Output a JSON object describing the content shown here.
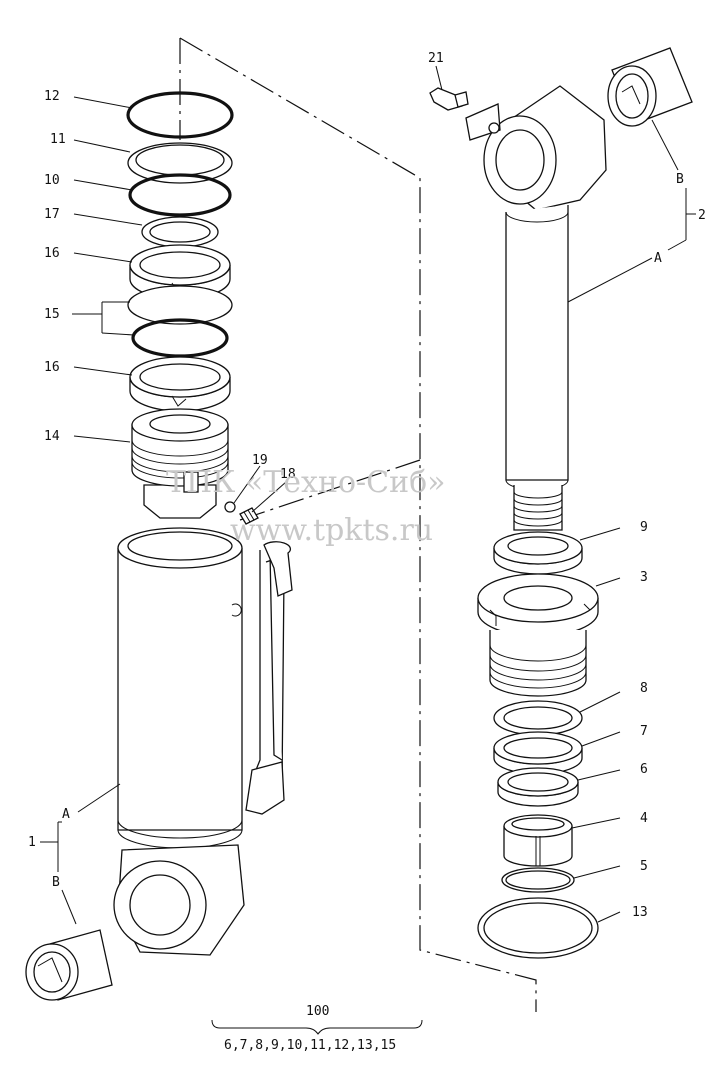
{
  "watermark": {
    "line1": "ТПК «Техно-Сиб»",
    "line2": "www.tpkts.ru"
  },
  "callouts": {
    "c1": "1",
    "c2": "2",
    "c3": "3",
    "c4": "4",
    "c5": "5",
    "c6": "6",
    "c7": "7",
    "c8": "8",
    "c9": "9",
    "c10": "10",
    "c11": "11",
    "c12": "12",
    "c13": "13",
    "c14": "14",
    "c15": "15",
    "c16a": "16",
    "c16b": "16",
    "c17": "17",
    "c18": "18",
    "c19": "19",
    "c21": "21",
    "sub1_A": "A",
    "sub1_B": "B",
    "sub2_A": "A",
    "sub2_B": "B"
  },
  "kit": {
    "number": "100",
    "contents": "6,7,8,9,10,11,12,13,15"
  }
}
